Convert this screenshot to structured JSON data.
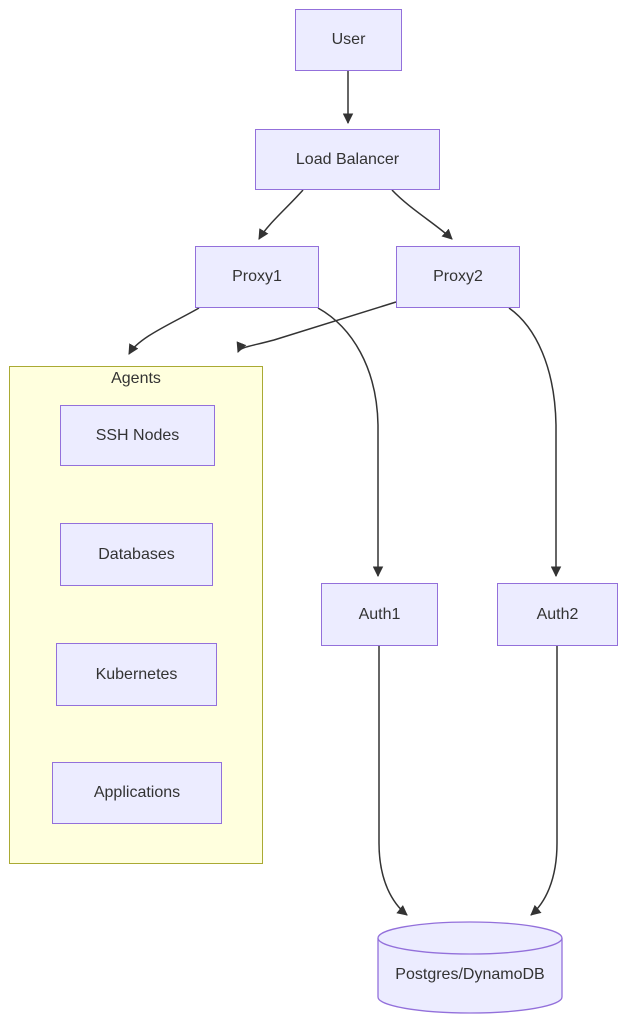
{
  "diagram": {
    "type": "flowchart-top-down",
    "nodes": {
      "user": {
        "label": "User",
        "shape": "rect"
      },
      "load_balancer": {
        "label": "Load Balancer",
        "shape": "rect"
      },
      "proxy1": {
        "label": "Proxy1",
        "shape": "rect"
      },
      "proxy2": {
        "label": "Proxy2",
        "shape": "rect"
      },
      "ssh_nodes": {
        "label": "SSH Nodes",
        "shape": "rect"
      },
      "databases": {
        "label": "Databases",
        "shape": "rect"
      },
      "kubernetes": {
        "label": "Kubernetes",
        "shape": "rect"
      },
      "applications": {
        "label": "Applications",
        "shape": "rect"
      },
      "auth1": {
        "label": "Auth1",
        "shape": "rect"
      },
      "auth2": {
        "label": "Auth2",
        "shape": "rect"
      },
      "datastore": {
        "label": "Postgres/DynamoDB",
        "shape": "cylinder"
      }
    },
    "clusters": {
      "agents": {
        "label": "Agents",
        "children": [
          "ssh_nodes",
          "databases",
          "kubernetes",
          "applications"
        ]
      }
    },
    "edges": [
      {
        "from": "User",
        "to": "Load Balancer"
      },
      {
        "from": "Load Balancer",
        "to": "Proxy1"
      },
      {
        "from": "Load Balancer",
        "to": "Proxy2"
      },
      {
        "from": "Proxy1",
        "to": "Agents"
      },
      {
        "from": "Proxy2",
        "to": "Agents"
      },
      {
        "from": "Proxy1",
        "to": "Auth1"
      },
      {
        "from": "Proxy2",
        "to": "Auth2"
      },
      {
        "from": "Auth1",
        "to": "Postgres/DynamoDB"
      },
      {
        "from": "Auth2",
        "to": "Postgres/DynamoDB"
      }
    ],
    "colors": {
      "node_fill": "#ECECFF",
      "node_border": "#9370DB",
      "cluster_fill": "#FFFFDE",
      "cluster_border": "#AAAA33",
      "edge_stroke": "#333333",
      "text": "#333333",
      "background": "#FFFFFF"
    }
  }
}
